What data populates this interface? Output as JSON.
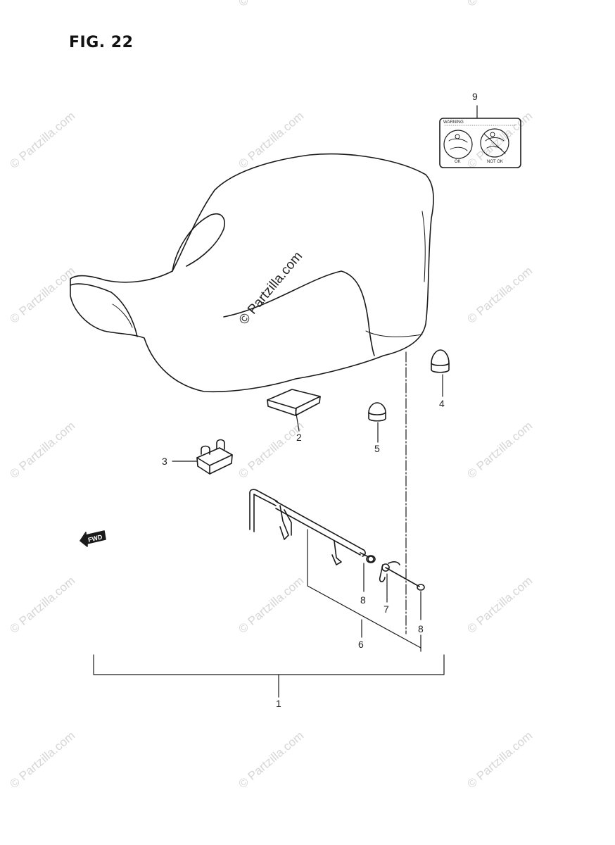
{
  "figure": {
    "title": "FIG. 22"
  },
  "watermark": {
    "text": "© Partzilla.com"
  },
  "callouts": [
    {
      "id": "c1",
      "label": "1"
    },
    {
      "id": "c2",
      "label": "2"
    },
    {
      "id": "c3",
      "label": "3"
    },
    {
      "id": "c4",
      "label": "4"
    },
    {
      "id": "c5",
      "label": "5"
    },
    {
      "id": "c6",
      "label": "6"
    },
    {
      "id": "c7",
      "label": "7"
    },
    {
      "id": "c8a",
      "label": "8"
    },
    {
      "id": "c8b",
      "label": "8"
    },
    {
      "id": "c9",
      "label": "9"
    }
  ],
  "sticker": {
    "header": "WARNING",
    "ok_label": "OK",
    "not_ok_label": "NOT OK"
  },
  "fwd_arrow": {
    "label": "FWD"
  },
  "colors": {
    "line": "#1a1a1a",
    "watermark": "#d6d6d6",
    "background": "#ffffff"
  }
}
